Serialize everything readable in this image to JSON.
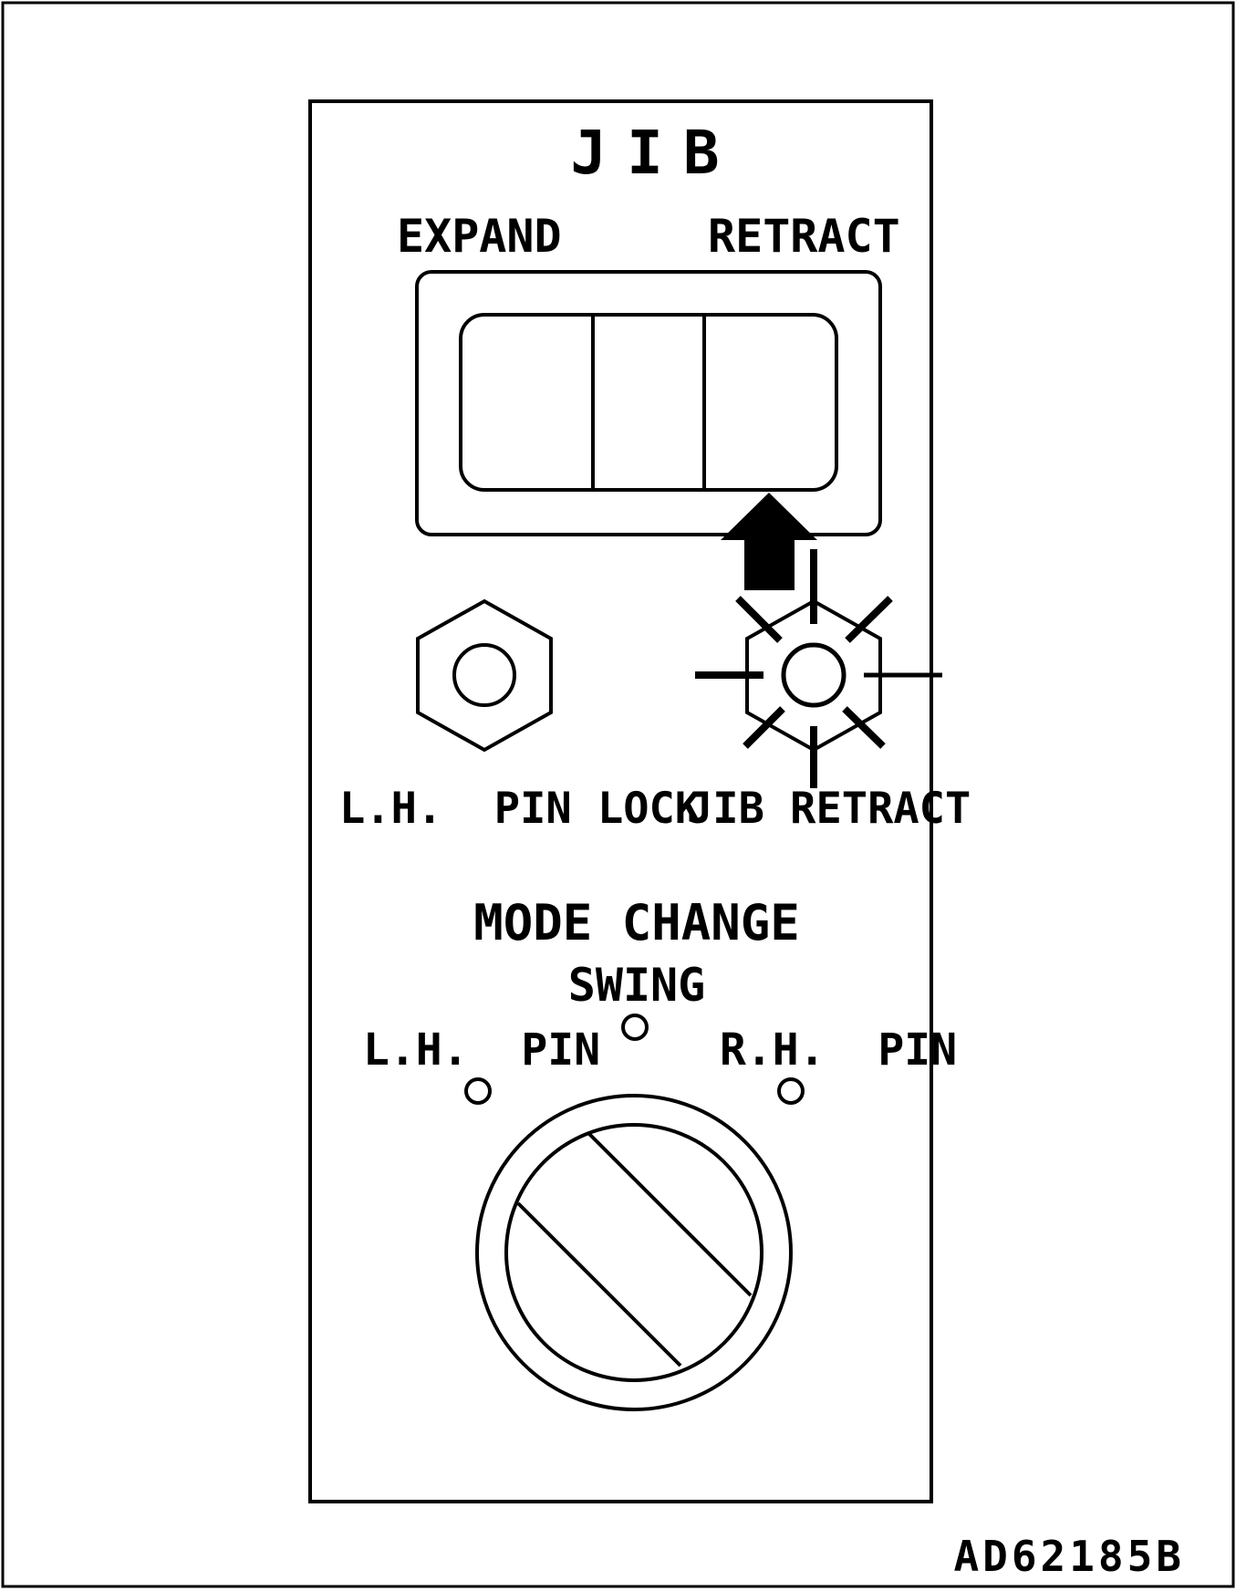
{
  "diagram": {
    "panel_title": "JIB",
    "rocker": {
      "left_label": "EXPAND",
      "right_label": "RETRACT"
    },
    "indicators": {
      "left_label": "L.H.  PIN LOCK",
      "right_label": "JIB RETRACT",
      "right_lit": true
    },
    "mode": {
      "title": "MODE CHANGE",
      "top_label": "SWING",
      "left_label": "L.H.  PIN",
      "right_label": "R.H.  PIN"
    },
    "figure_code": "AD62185B"
  }
}
